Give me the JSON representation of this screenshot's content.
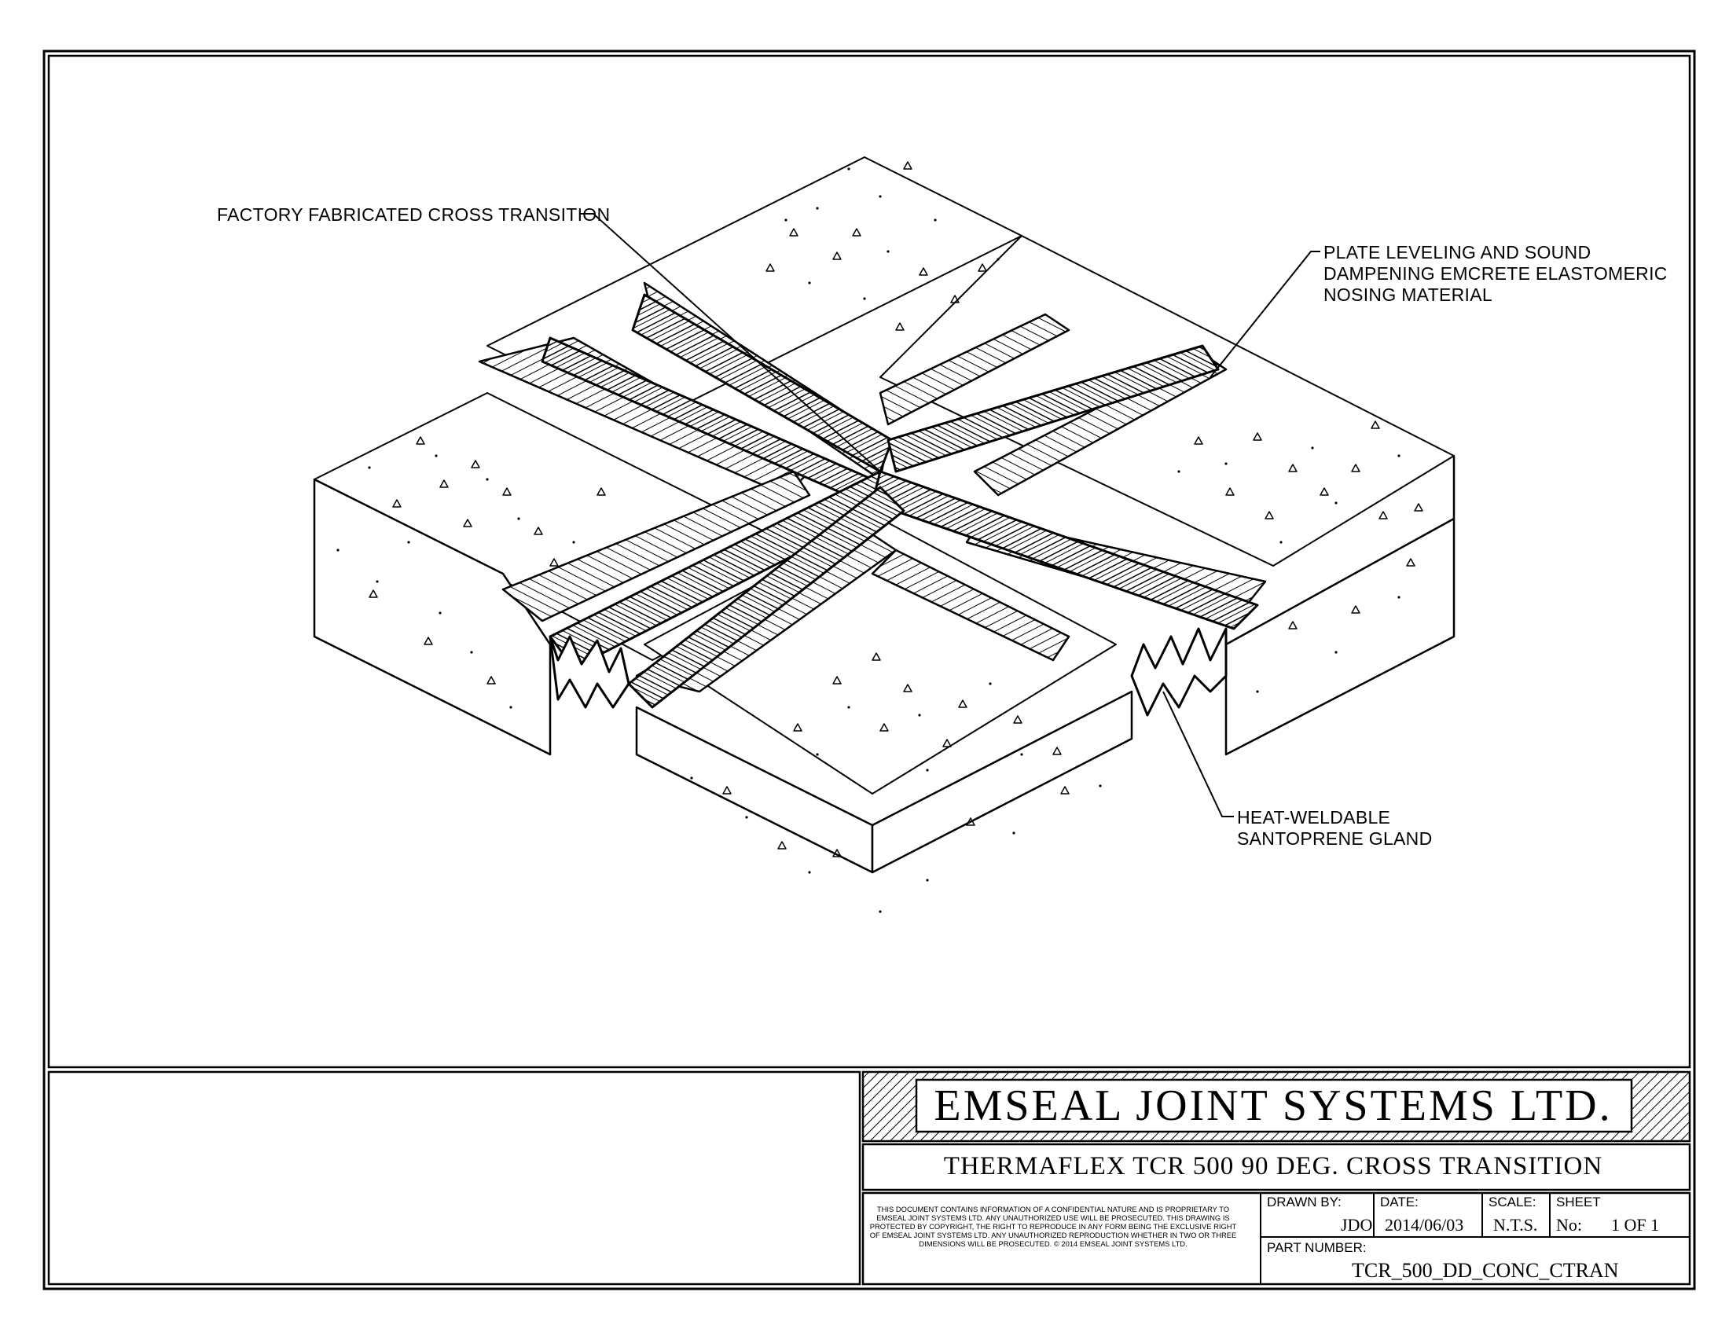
{
  "callouts": {
    "cross_transition": "FACTORY FABRICATED CROSS TRANSITION",
    "nosing_line1": "PLATE LEVELING AND SOUND",
    "nosing_line2": "DAMPENING EMCRETE ELASTOMERIC",
    "nosing_line3": "NOSING MATERIAL",
    "gland_line1": "HEAT-WELDABLE",
    "gland_line2": "SANTOPRENE GLAND"
  },
  "title_block": {
    "company": "EMSEAL JOINT SYSTEMS LTD.",
    "drawing_title": "THERMAFLEX TCR 500 90 DEG. CROSS TRANSITION",
    "notice": "THIS DOCUMENT CONTAINS INFORMATION OF A CONFIDENTIAL NATURE AND IS PROPRIETARY TO EMSEAL JOINT SYSTEMS LTD. ANY UNAUTHORIZED USE WILL BE PROSECUTED. THIS DRAWING IS PROTECTED BY COPYRIGHT, THE RIGHT TO REPRODUCE IN ANY FORM BEING THE EXCLUSIVE RIGHT OF EMSEAL JOINT SYSTEMS LTD. ANY UNAUTHORIZED REPRODUCTION WHETHER IN TWO OR THREE DIMENSIONS WILL BE PROSECUTED. © 2014 EMSEAL JOINT SYSTEMS LTD.",
    "drawn_by_label": "DRAWN BY:",
    "drawn_by": "JDO",
    "date_label": "DATE:",
    "date": "2014/06/03",
    "scale_label": "SCALE:",
    "scale": "N.T.S.",
    "sheet_label": "SHEET",
    "sheet_no_label": "No:",
    "sheet_value": "1 OF 1",
    "part_number_label": "PART NUMBER:",
    "part_number": "TCR_500_DD_CONC_CTRAN"
  }
}
